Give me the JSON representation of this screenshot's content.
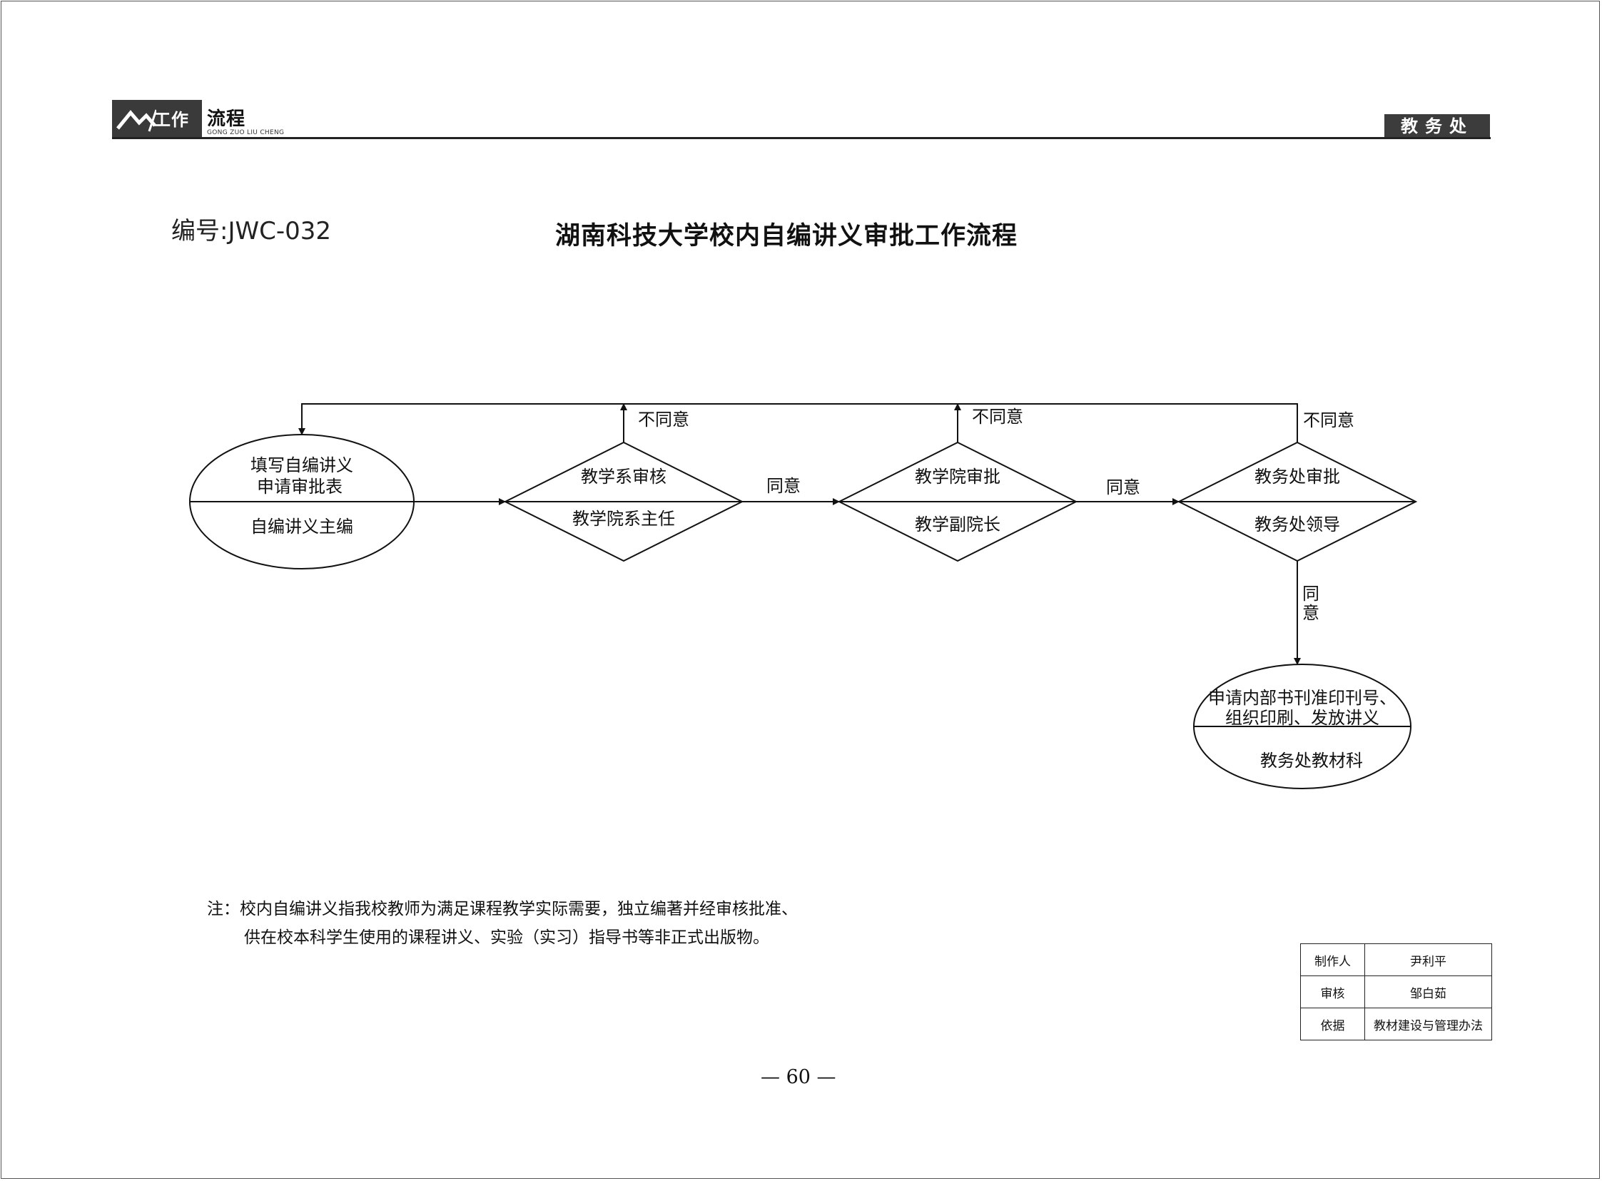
{
  "header": {
    "logo_box_text": "工作",
    "logo_title": "流程",
    "logo_subtitle": "GONG ZUO LIU CHENG",
    "department": "教务处"
  },
  "document": {
    "code": "编号:JWC-032",
    "title": "湖南科技大学校内自编讲义审批工作流程"
  },
  "flow": {
    "start": {
      "line1": "填写自编讲义",
      "line2": "申请审批表",
      "role": "自编讲义主编"
    },
    "step1": {
      "task": "教学系审核",
      "role": "教学院系主任"
    },
    "step2": {
      "task": "教学院审批",
      "role": "教学副院长"
    },
    "step3": {
      "task": "教务处审批",
      "role": "教务处领导"
    },
    "end": {
      "line1": "申请内部书刊准印刊号、",
      "line2": "组织印刷、发放讲义",
      "role": "教务处教材科"
    },
    "labels": {
      "agree_1": "同意",
      "agree_2": "同意",
      "agree_vertical_1": "同",
      "agree_vertical_2": "意",
      "disagree_1": "不同意",
      "disagree_2": "不同意",
      "disagree_3": "不同意"
    }
  },
  "note": {
    "line1": "注：校内自编讲义指我校教师为满足课程教学实际需要，独立编著并经审核批准、",
    "line2": "供在校本科学生使用的课程讲义、实验（实习）指导书等非正式出版物。"
  },
  "signoff": [
    {
      "key": "制作人",
      "value": "尹利平"
    },
    {
      "key": "审核",
      "value": "邹白茹"
    },
    {
      "key": "依据",
      "value": "教材建设与管理办法"
    }
  ],
  "page_number": "— 60 —"
}
